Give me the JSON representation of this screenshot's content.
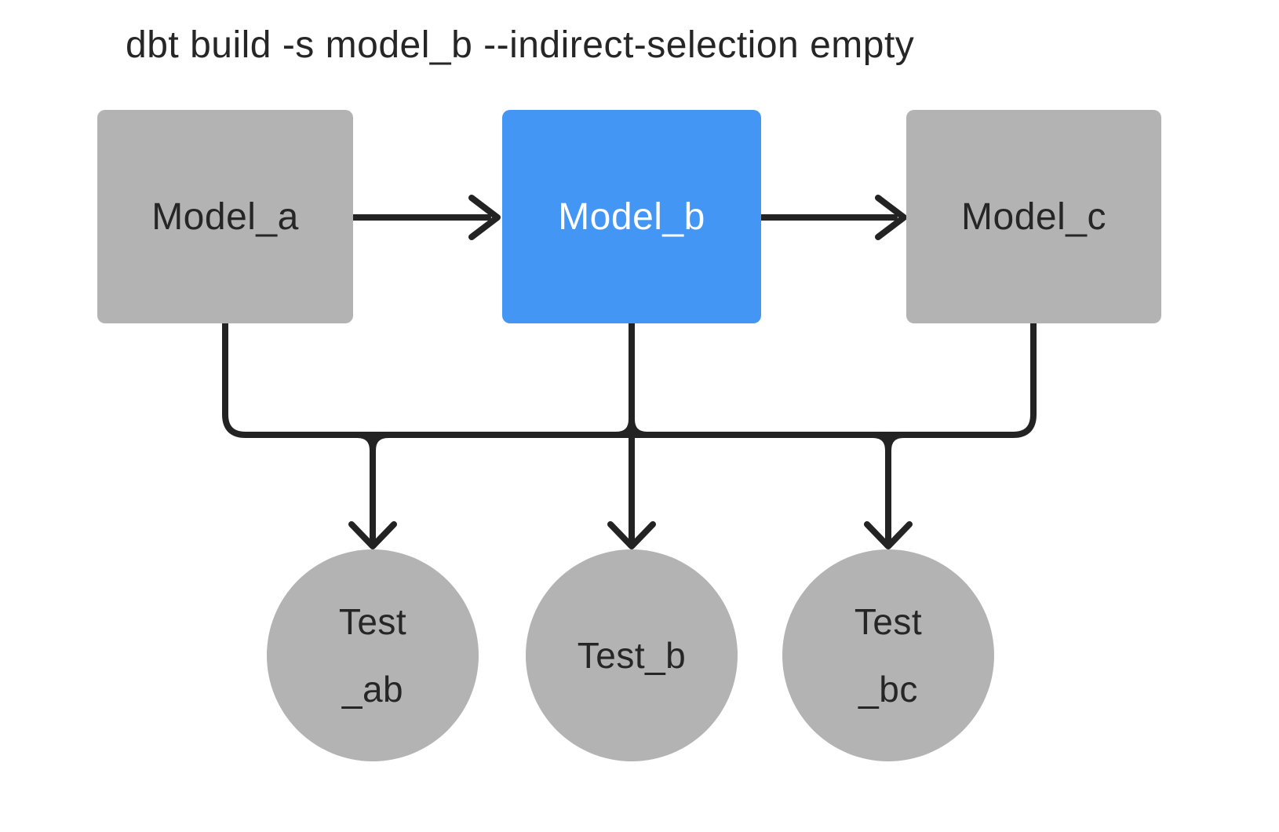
{
  "title": "dbt build -s model_b --indirect-selection empty",
  "colors": {
    "background": "#ffffff",
    "node_gray": "#b3b3b3",
    "node_blue": "#4496f5",
    "line": "#232323",
    "text_dark": "#262626",
    "text_light": "#ffffff"
  },
  "nodes": {
    "models": [
      {
        "id": "model_a",
        "label": "Model_a",
        "highlighted": false
      },
      {
        "id": "model_b",
        "label": "Model_b",
        "highlighted": true
      },
      {
        "id": "model_c",
        "label": "Model_c",
        "highlighted": false
      }
    ],
    "tests": [
      {
        "id": "test_ab",
        "label_line1": "Test",
        "label_line2": "_ab"
      },
      {
        "id": "test_b",
        "label_line1": "Test_b",
        "label_line2": ""
      },
      {
        "id": "test_bc",
        "label_line1": "Test",
        "label_line2": "_bc"
      }
    ]
  },
  "edges": [
    {
      "from": "model_a",
      "to": "model_b"
    },
    {
      "from": "model_b",
      "to": "model_c"
    },
    {
      "from": "model_a",
      "to": "test_ab"
    },
    {
      "from": "model_b",
      "to": "test_ab"
    },
    {
      "from": "model_b",
      "to": "test_b"
    },
    {
      "from": "model_b",
      "to": "test_bc"
    },
    {
      "from": "model_c",
      "to": "test_bc"
    }
  ]
}
